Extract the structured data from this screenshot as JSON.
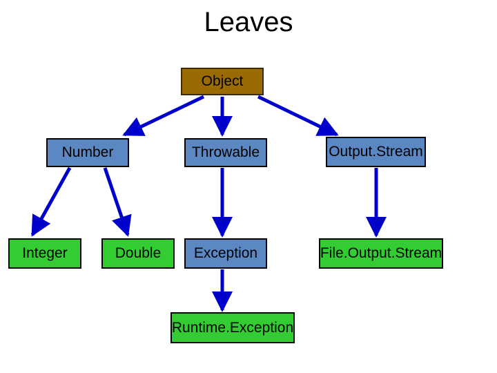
{
  "slide": {
    "title": "Leaves",
    "background_color": "#FFFFFF"
  },
  "palette": {
    "root_fill": "#9A6A05",
    "intermediate_fill": "#5B87C2",
    "leaf_fill": "#33CC33",
    "node_border": "#000000",
    "arrow_color": "#0000CC",
    "text_color": "#000000"
  },
  "nodes": {
    "object": {
      "label": "Object",
      "kind": "root"
    },
    "number": {
      "label": "Number",
      "kind": "intermediate"
    },
    "throwable": {
      "label": "Throwable",
      "kind": "intermediate"
    },
    "output_stream": {
      "label": "Output.Stream",
      "kind": "intermediate"
    },
    "integer": {
      "label": "Integer",
      "kind": "leaf"
    },
    "double": {
      "label": "Double",
      "kind": "leaf"
    },
    "exception": {
      "label": "Exception",
      "kind": "intermediate"
    },
    "file_output_stream": {
      "label": "File.Output.Stream",
      "kind": "leaf"
    },
    "runtime_exception": {
      "label": "Runtime.Exception",
      "kind": "leaf"
    }
  },
  "edges": [
    {
      "from": "object",
      "to": "number"
    },
    {
      "from": "object",
      "to": "throwable"
    },
    {
      "from": "object",
      "to": "output_stream"
    },
    {
      "from": "number",
      "to": "integer"
    },
    {
      "from": "number",
      "to": "double"
    },
    {
      "from": "throwable",
      "to": "exception"
    },
    {
      "from": "output_stream",
      "to": "file_output_stream"
    },
    {
      "from": "exception",
      "to": "runtime_exception"
    }
  ]
}
